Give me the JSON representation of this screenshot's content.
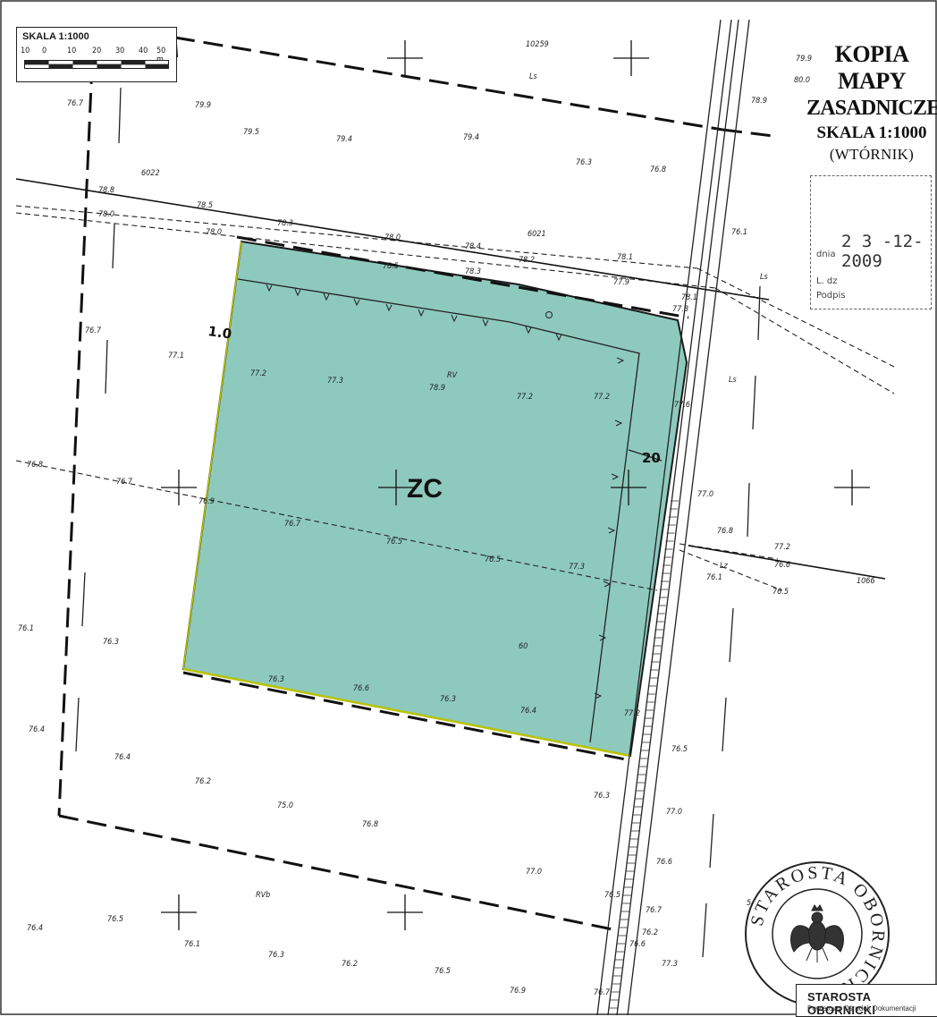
{
  "title": {
    "line1": "KOPIA MAPY",
    "line2": "ZASADNICZEJ",
    "line3": "SKALA 1:1000",
    "line4": "(WTÓRNIK)"
  },
  "scale_bar": {
    "label": "SKALA 1:1000",
    "ticks": [
      "10",
      "0",
      "10",
      "20",
      "30",
      "40",
      "50 m"
    ]
  },
  "stamp": {
    "row_dnia": "dnia",
    "row_date": "2 3 -12- 2009",
    "row_ldz": "L. dz",
    "row_podpis": "Podpis"
  },
  "seal": {
    "ring_text": "STAROSTA OBORNICKI",
    "label": "STAROSTA OBORNICKI",
    "sublabel": "Powiatowy Ośrodek Dokumentacji"
  },
  "parcel": {
    "zone_label": "ZC",
    "fill_color": "#8ec9bd",
    "side_label_top": "1.0",
    "side_label_right": "20",
    "land_class_top": "RV",
    "land_class_bottom": "RVb",
    "parcel_no": "60"
  },
  "labels": {
    "land_ls_top": "Ls",
    "land_ls_right": "Ls",
    "land_ls_right2": "Ls",
    "land_lz": "Lz",
    "parcel_top": "10259",
    "pt_602": "6022",
    "pt_6021": "6021",
    "pt_1066": "1066",
    "pt_54": "54/1"
  },
  "elevations": [
    "76.7",
    "79.9",
    "79.5",
    "79.4",
    "79.4",
    "76.3",
    "76.8",
    "79.9",
    "80.0",
    "78.9",
    "78.8",
    "78.0",
    "78.5",
    "78.3",
    "78.0",
    "78.4",
    "78.2",
    "78.1",
    "77.9",
    "78.0",
    "78.5",
    "78.3",
    "78.1",
    "77.8",
    "76.1",
    "76.7",
    "77.1",
    "77.2",
    "77.3",
    "78.9",
    "77.2",
    "77.2",
    "77.6",
    "76.8",
    "76.7",
    "76.9",
    "76.7",
    "76.5",
    "76.5",
    "77.3",
    "77.0",
    "76.8",
    "77.2",
    "76.6",
    "76.5",
    "76.1",
    "76.3",
    "76.1",
    "76.3",
    "76.6",
    "76.3",
    "76.4",
    "77.2",
    "76.5",
    "76.4",
    "76.4",
    "76.2",
    "75.0",
    "76.8",
    "76.3",
    "77.0",
    "77.0",
    "76.6",
    "76.5",
    "76.5",
    "76.4",
    "76.1",
    "76.3",
    "76.2",
    "76.5",
    "76.9",
    "76.7",
    "76.2",
    "77.3",
    "76.6",
    "76.7"
  ]
}
